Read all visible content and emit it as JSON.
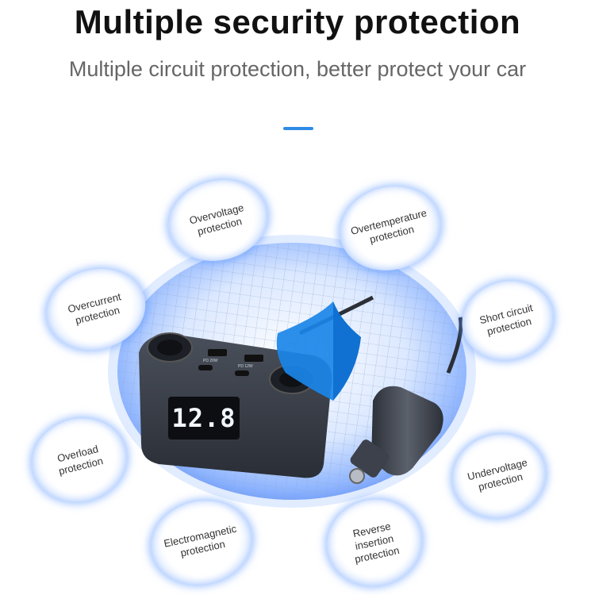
{
  "header": {
    "title": "Multiple security protection",
    "subtitle": "Multiple circuit protection, better protect your car"
  },
  "product": {
    "display_reading": "12.8",
    "port_label_left": "PD 20W",
    "port_label_right": "PD 12W"
  },
  "features": [
    {
      "label": "Overvoltage\nprotection"
    },
    {
      "label": "Overtemperature\nprotection"
    },
    {
      "label": "Overcurrent\nprotection"
    },
    {
      "label": "Short circuit\nprotection"
    },
    {
      "label": "Overload\nprotection"
    },
    {
      "label": "Undervoltage\nprotection"
    },
    {
      "label": "Electromagnetic\nprotection"
    },
    {
      "label": "Reverse\ninsertion\nprotection"
    }
  ],
  "colors": {
    "accent": "#2e8be6",
    "glow": "#5a96ff",
    "shield": "#1a86e8",
    "device_body": "#3a3f49",
    "display_digits": "#f2f6ff"
  },
  "icons": [
    "shield-icon"
  ]
}
